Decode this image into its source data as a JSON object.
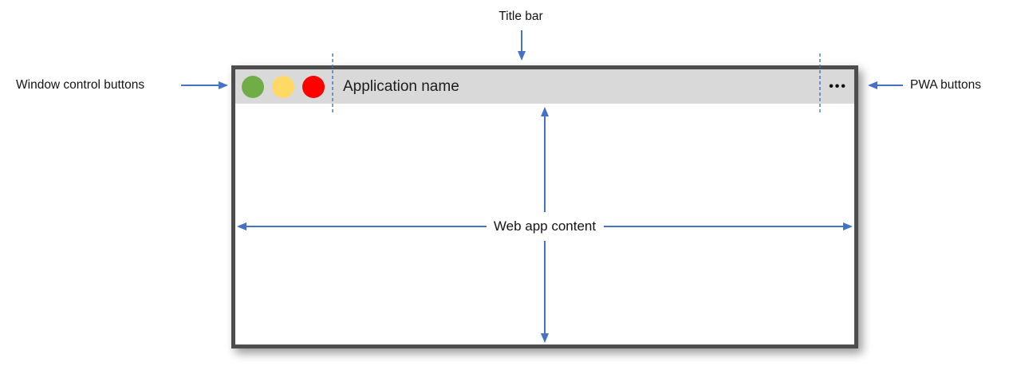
{
  "colors": {
    "annotation_blue": "#4472C4",
    "titlebar_bg": "#D9D9D9",
    "frame_border": "#4D4D4D",
    "control_green": "#70AD47",
    "control_yellow": "#FFD966",
    "control_red": "#FF0000"
  },
  "annotations": {
    "title_bar_label": "Title bar",
    "window_controls_label": "Window control buttons",
    "pwa_buttons_label": "PWA buttons",
    "web_app_content_label": "Web app content"
  },
  "window": {
    "title_bar": {
      "app_name": "Application name",
      "controls": [
        {
          "name": "window-control-green",
          "color": "#70AD47"
        },
        {
          "name": "window-control-yellow",
          "color": "#FFD966"
        },
        {
          "name": "window-control-red",
          "color": "#FF0000"
        }
      ],
      "pwa_menu": {
        "icon": "ellipsis-icon",
        "glyph": "•••"
      }
    }
  }
}
